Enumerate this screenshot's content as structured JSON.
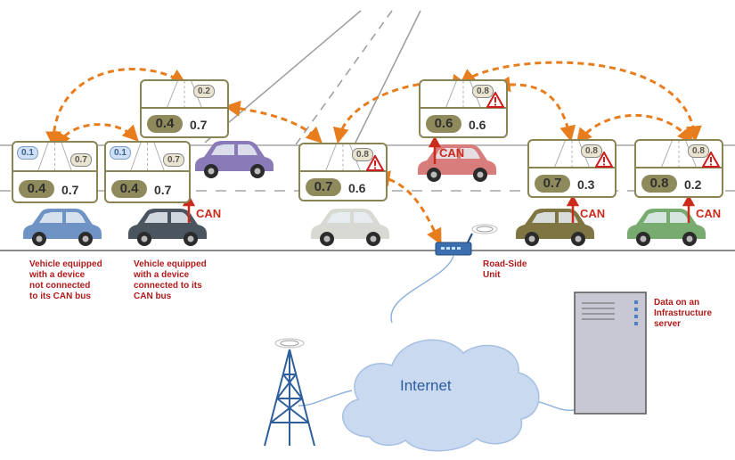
{
  "cards": [
    {
      "id": "c1",
      "cloud": "0.1",
      "cloud_style": "blue",
      "side": "0.7",
      "a": "0.4",
      "b": "0.7"
    },
    {
      "id": "c2",
      "cloud": "0.1",
      "cloud_style": "blue",
      "side": "0.7",
      "a": "0.4",
      "b": "0.7"
    },
    {
      "id": "c3",
      "cloud": "0.2",
      "cloud_style": "tan",
      "a": "0.4",
      "b": "0.7"
    },
    {
      "id": "c4",
      "cloud": "0.8",
      "cloud_style": "tan",
      "warning": true,
      "a": "0.7",
      "b": "0.6"
    },
    {
      "id": "c5",
      "cloud": "0.8",
      "cloud_style": "tan",
      "warning": true,
      "a": "0.6",
      "b": "0.6"
    },
    {
      "id": "c6",
      "cloud": "0.8",
      "cloud_style": "tan",
      "warning": true,
      "a": "0.7",
      "b": "0.3"
    },
    {
      "id": "c7",
      "cloud": "0.8",
      "cloud_style": "tan",
      "warning": true,
      "a": "0.8",
      "b": "0.2"
    }
  ],
  "can_label": "CAN",
  "labels": {
    "no_can": "Vehicle equipped\nwith a device\nnot connected\nto its CAN bus",
    "with_can": "Vehicle equipped\nwith a device\nconnected to its\nCAN bus",
    "rsu": "Road-Side\nUnit",
    "server": "Data on an\nInfrastructure\nserver",
    "internet": "Internet"
  },
  "colors": {
    "arrow": "#e87d1e",
    "card_border": "#8a8455",
    "label_red": "#b11a1a",
    "cloud_fill": "#c9daf0",
    "car_blue": "#6f93c4",
    "car_dark": "#4b5560",
    "car_purple": "#8a7bb8",
    "car_grey": "#d9d9d4",
    "car_red": "#d87c7c",
    "car_olive": "#7f7543",
    "car_green": "#78ab6f"
  },
  "icons": [
    "car-icon",
    "warning-icon",
    "antenna-tower-icon",
    "router-icon",
    "server-icon",
    "cloud-icon"
  ]
}
